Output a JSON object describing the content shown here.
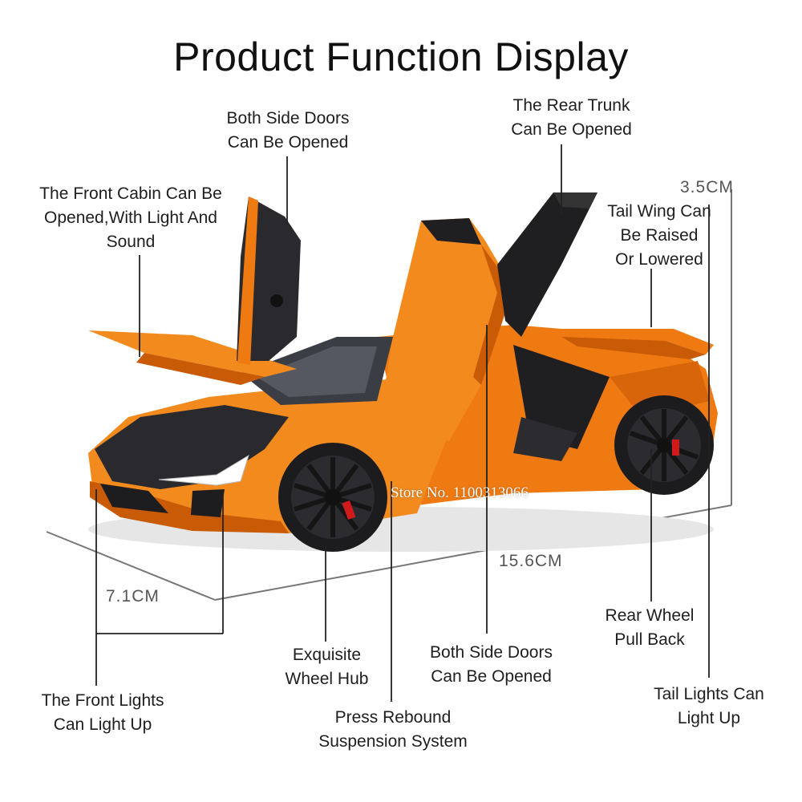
{
  "title": "Product Function Display",
  "watermark": "Store No. 1100313066",
  "dimensions": {
    "length": "15.6CM",
    "width": "7.1CM",
    "height": "3.5CM"
  },
  "callouts": {
    "front_cabin": [
      "The Front Cabin Can Be",
      "Opened,With Light And",
      "Sound"
    ],
    "side_doors_top": [
      "Both Side Doors",
      "Can Be Opened"
    ],
    "rear_trunk": [
      "The Rear Trunk",
      "Can Be Opened"
    ],
    "tail_wing": [
      "Tail Wing Can",
      "Be Raised",
      "Or Lowered"
    ],
    "rear_wheel": [
      "Rear Wheel",
      "Pull Back"
    ],
    "tail_lights": [
      "Tail Lights Can",
      "Light Up"
    ],
    "front_lights": [
      "The Front Lights",
      "Can Light Up"
    ],
    "wheel_hub": [
      "Exquisite",
      "Wheel Hub"
    ],
    "side_doors_bottom": [
      "Both Side Doors",
      "Can Be Opened"
    ],
    "suspension": [
      "Press Rebound",
      "Suspension System"
    ]
  },
  "colors": {
    "body": "#f07a12",
    "body_shade": "#c95a06",
    "carbon": "#2a2a2e",
    "line": "#222222"
  }
}
